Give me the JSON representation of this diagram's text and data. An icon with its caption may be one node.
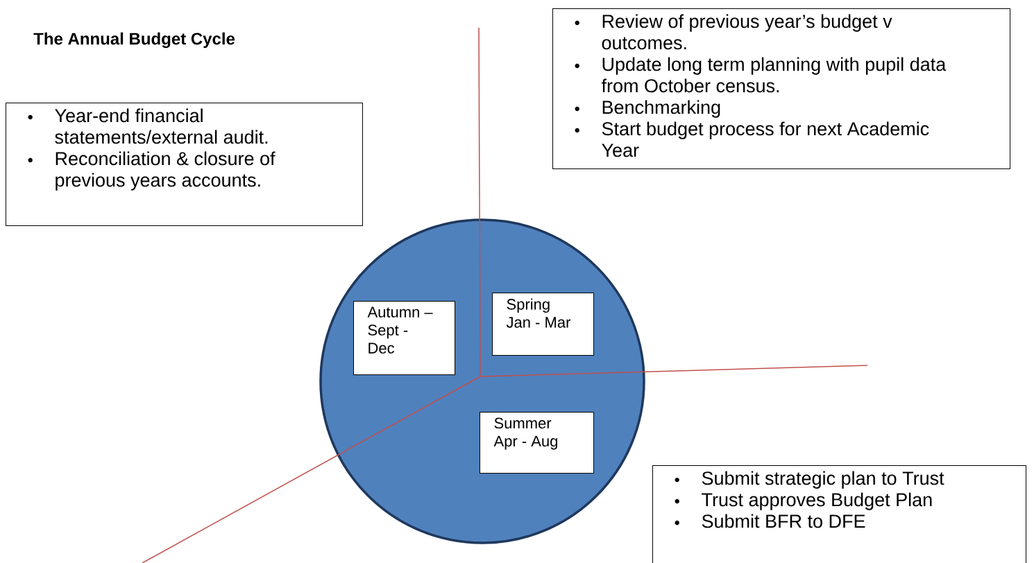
{
  "diagram": {
    "title": "The Annual Budget Cycle",
    "nodes": [
      {
        "text": [
          "Year-end financial statements/external audit.",
          "Reconciliation & closure of previous years accounts."
        ]
      },
      {
        "text": [
          "Review of previous year’s budget v outcomes.",
          "Update long term planning with pupil data from October census.",
          "Benchmarking",
          "Start budget process for next Academic Year"
        ]
      },
      {
        "text": [],
        "shape": "circle"
      },
      {
        "text": [
          "Autumn – Sept - Dec"
        ],
        "in": 2
      },
      {
        "text": [
          "Spring Jan - Mar"
        ],
        "in": 2
      },
      {
        "text": [
          "Summer Apr - Aug"
        ],
        "in": 2
      },
      {
        "text": [
          "Submit strategic plan to Trust",
          "Trust approves Budget Plan",
          "Submit BFR to DFE"
        ]
      }
    ]
  }
}
